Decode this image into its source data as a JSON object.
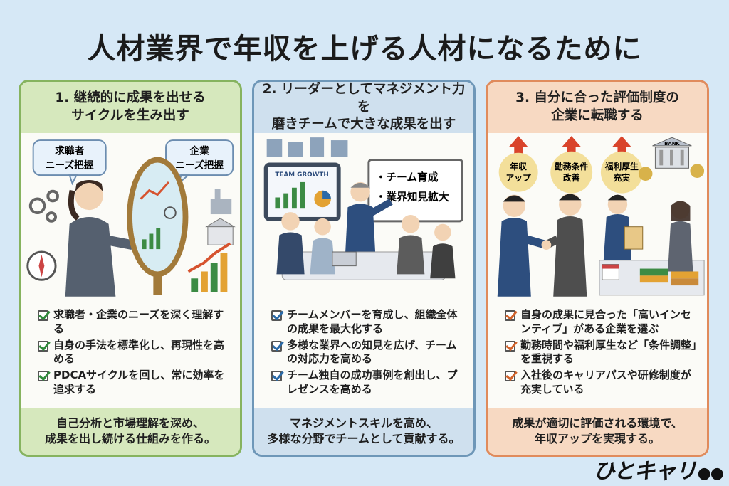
{
  "title": "人材業界で年収を上げる人材になるために",
  "panels": [
    {
      "heading_l1": "1. 継続的に成果を出せる",
      "heading_l2": "サイクルを生み出す",
      "bubble_left_l1": "求職者",
      "bubble_left_l2": "ニーズ把握",
      "bubble_right_l1": "企業",
      "bubble_right_l2": "ニーズ把握",
      "items": [
        "求職者・企業のニーズを深く理解する",
        "自身の手法を標準化し、再現性を高める",
        "PDCAサイクルを回し、常に効率を追求する"
      ],
      "footer_l1": "自己分析と市場理解を深め、",
      "footer_l2": "成果を出し続ける仕組みを作る。"
    },
    {
      "heading_l1": "2. リーダーとしてマネジメント力を",
      "heading_l2": "磨きチームで大きな成果を出す",
      "screen_label": "TEAM GROWTH",
      "board_item_1": "・チーム育成",
      "board_item_2": "・業界知見拡大",
      "items": [
        "チームメンバーを育成し、組織全体の成果を最大化する",
        "多様な業界への知見を広げ、チームの対応力を高める",
        "チーム独自の成功事例を創出し、プレゼンスを高める"
      ],
      "footer_l1": "マネジメントスキルを高め、",
      "footer_l2": "多様な分野でチームとして貢献する。"
    },
    {
      "heading_l1": "3. 自分に合った評価制度の",
      "heading_l2": "企業に転職する",
      "badge_1_l1": "年収",
      "badge_1_l2": "アップ",
      "badge_2_l1": "勤務条件",
      "badge_2_l2": "改善",
      "badge_3_l1": "福利厚生",
      "badge_3_l2": "充実",
      "bank_label": "BANK",
      "items": [
        "自身の成果に見合った「高いインセンティブ」がある企業を選ぶ",
        "勤務時間や福利厚生など「条件調整」を重視する",
        "入社後のキャリアパスや研修制度が充実している"
      ],
      "footer_l1": "成果が適切に評価される環境で、",
      "footer_l2": "年収アップを実現する。"
    }
  ],
  "logo": "ひとキャリ"
}
